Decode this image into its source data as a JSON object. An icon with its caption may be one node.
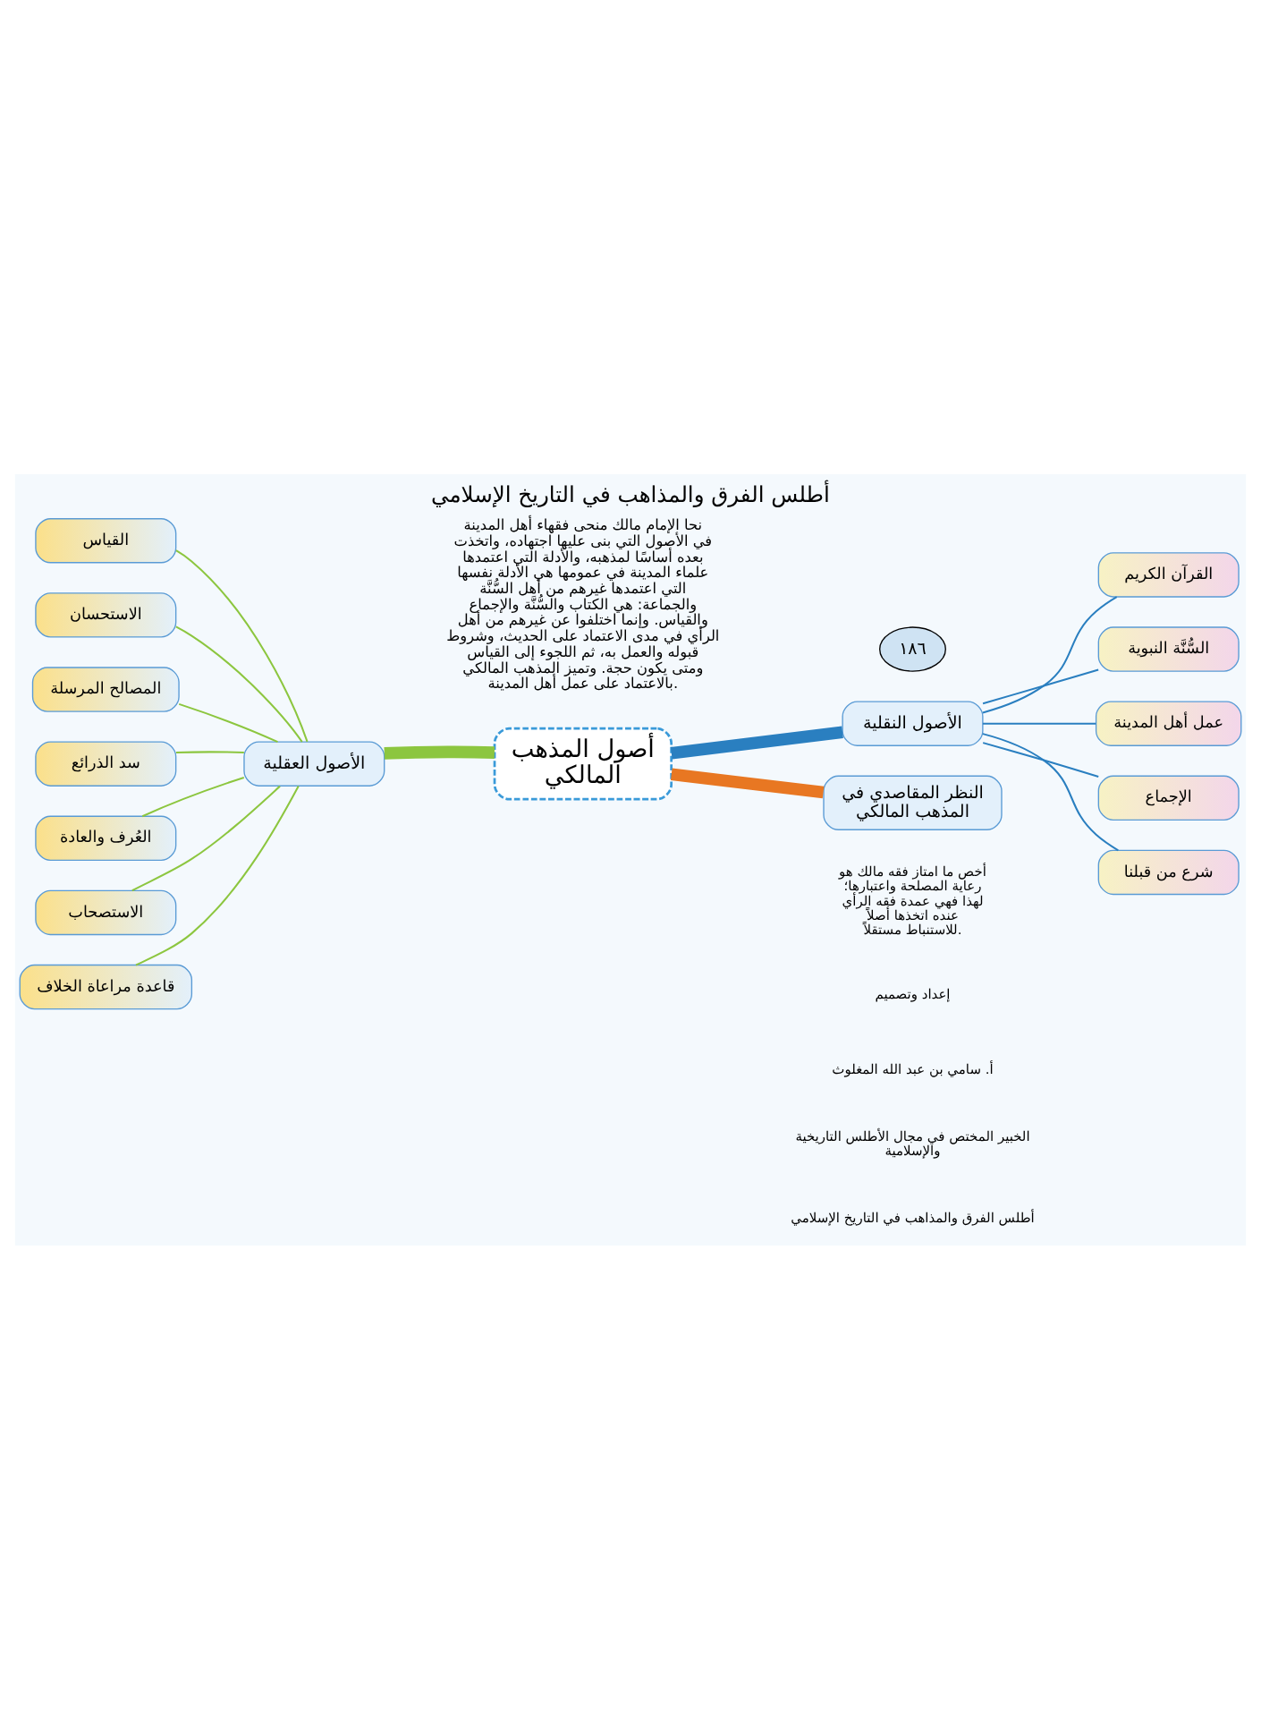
{
  "diagram": {
    "title": "أطلس الفرق والمذاهب في التاريخ الإسلامي",
    "nodes": [
      {
        "text": [
          "أصول المذهب المالكي"
        ]
      },
      {
        "text": [
          "الأصول النقلية"
        ]
      },
      {
        "text": [
          "القرآن الكريم"
        ]
      },
      {
        "text": [
          "السُّنَّة النبوية"
        ]
      },
      {
        "text": [
          "عمل أهل المدينة"
        ]
      },
      {
        "text": [
          "الإجماع"
        ]
      },
      {
        "text": [
          "شرع من قبلنا"
        ]
      },
      {
        "text": [
          "الأصول العقلية"
        ]
      },
      {
        "text": [
          "القياس"
        ]
      },
      {
        "text": [
          "الاستحسان"
        ]
      },
      {
        "text": [
          "المصالح المرسلة"
        ]
      },
      {
        "text": [
          "سد الذرائع"
        ]
      },
      {
        "text": [
          "العُرف والعادة"
        ]
      },
      {
        "text": [
          "الاستصحاب"
        ]
      },
      {
        "text": [
          "قاعدة مراعاة الخلاف"
        ]
      },
      {
        "text": [
          "النظر المقاصدي في المذهب المالكي"
        ],
        "beside": [
          "أخص ما امتاز فقه مالك هو رعاية المصلحة واعتبارها؛ لهذا فهي عمدة فقه الرأي عنده اتخذها أصلاً للاستنباط مستقلاً."
        ]
      }
    ],
    "edges": [
      {
        "from": 0,
        "to": 1,
        "arrow": "none",
        "style": "thick",
        "color": "#2a7fc0"
      },
      {
        "from": 0,
        "to": 7,
        "arrow": "none",
        "style": "thick",
        "color": "#8cc63f"
      },
      {
        "from": 0,
        "to": 15,
        "arrow": "none",
        "style": "thick",
        "color": "#e87722"
      },
      {
        "from": 1,
        "to": 2,
        "arrow": "none",
        "color": "#2a7fc0"
      },
      {
        "from": 1,
        "to": 3,
        "arrow": "none",
        "color": "#2a7fc0"
      },
      {
        "from": 1,
        "to": 4,
        "arrow": "none",
        "color": "#2a7fc0"
      },
      {
        "from": 1,
        "to": 5,
        "arrow": "none",
        "color": "#2a7fc0"
      },
      {
        "from": 1,
        "to": 6,
        "arrow": "none",
        "color": "#2a7fc0"
      },
      {
        "from": 7,
        "to": 8,
        "arrow": "none",
        "color": "#8cc63f"
      },
      {
        "from": 7,
        "to": 9,
        "arrow": "none",
        "color": "#8cc63f"
      },
      {
        "from": 7,
        "to": 10,
        "arrow": "none",
        "color": "#8cc63f"
      },
      {
        "from": 7,
        "to": 11,
        "arrow": "none",
        "color": "#8cc63f"
      },
      {
        "from": 7,
        "to": 12,
        "arrow": "none",
        "color": "#8cc63f"
      },
      {
        "from": 7,
        "to": 13,
        "arrow": "none",
        "color": "#8cc63f"
      },
      {
        "from": 7,
        "to": 14,
        "arrow": "none",
        "color": "#8cc63f"
      }
    ],
    "labels": [
      "١٨٦",
      "نحا الإمام مالك منحى فقهاء أهل المدينة في الأصول التي بنى عليها اجتهاده، واتخذت بعده أساسًا لمذهبه، والأدلة التي اعتمدها علماء المدينة في عمومها هي الأدلة نفسها التي اعتمدها غيرهم من أهل السُّنَّة والجماعة: هي الكتاب والسُّنَّة والإجماع والقياس. وإنما اختلفوا عن غيرهم من أهل الرأي في مدى الاعتماد على الحديث، وشروط قبوله والعمل به، ثم اللجوء إلى القياس ومتى يكون حجة. وتميز المذهب المالكي بالاعتماد على عمل أهل المدينة.",
      "إعداد وتصميم",
      "أ. سامي بن عبد الله المغلوث",
      "الخبير المختص في مجال الأطلس التاريخية والإسلامية",
      "أطلس الفرق والمذاهب في التاريخ الإسلامي"
    ]
  }
}
